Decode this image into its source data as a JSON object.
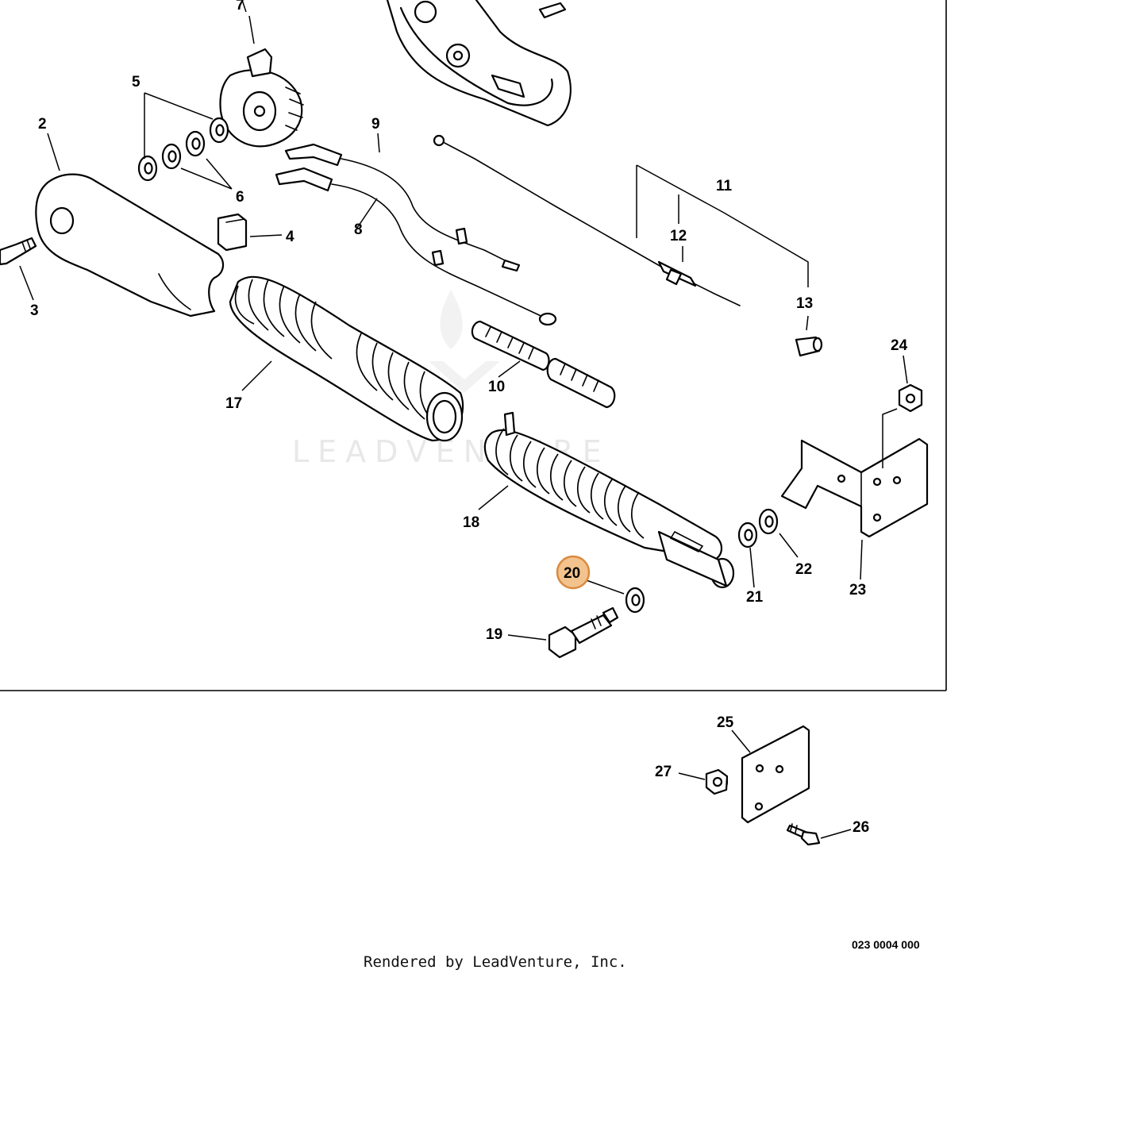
{
  "diagram": {
    "watermark": "LEADVENTURE",
    "credit": "Rendered by LeadVenture, Inc.",
    "drawing_number": "023 0004 000",
    "highlight_color": "#f3c38e",
    "callouts": {
      "p2": "2",
      "p3": "3",
      "p4": "4",
      "p5": "5",
      "p6": "6",
      "p7": "7",
      "p8": "8",
      "p9": "9",
      "p10": "10",
      "p11": "11",
      "p12": "12",
      "p13": "13",
      "p17": "17",
      "p18": "18",
      "p19": "19",
      "p20": "20",
      "p21": "21",
      "p22": "22",
      "p23": "23",
      "p24": "24",
      "p25": "25",
      "p26": "26",
      "p27": "27"
    }
  }
}
